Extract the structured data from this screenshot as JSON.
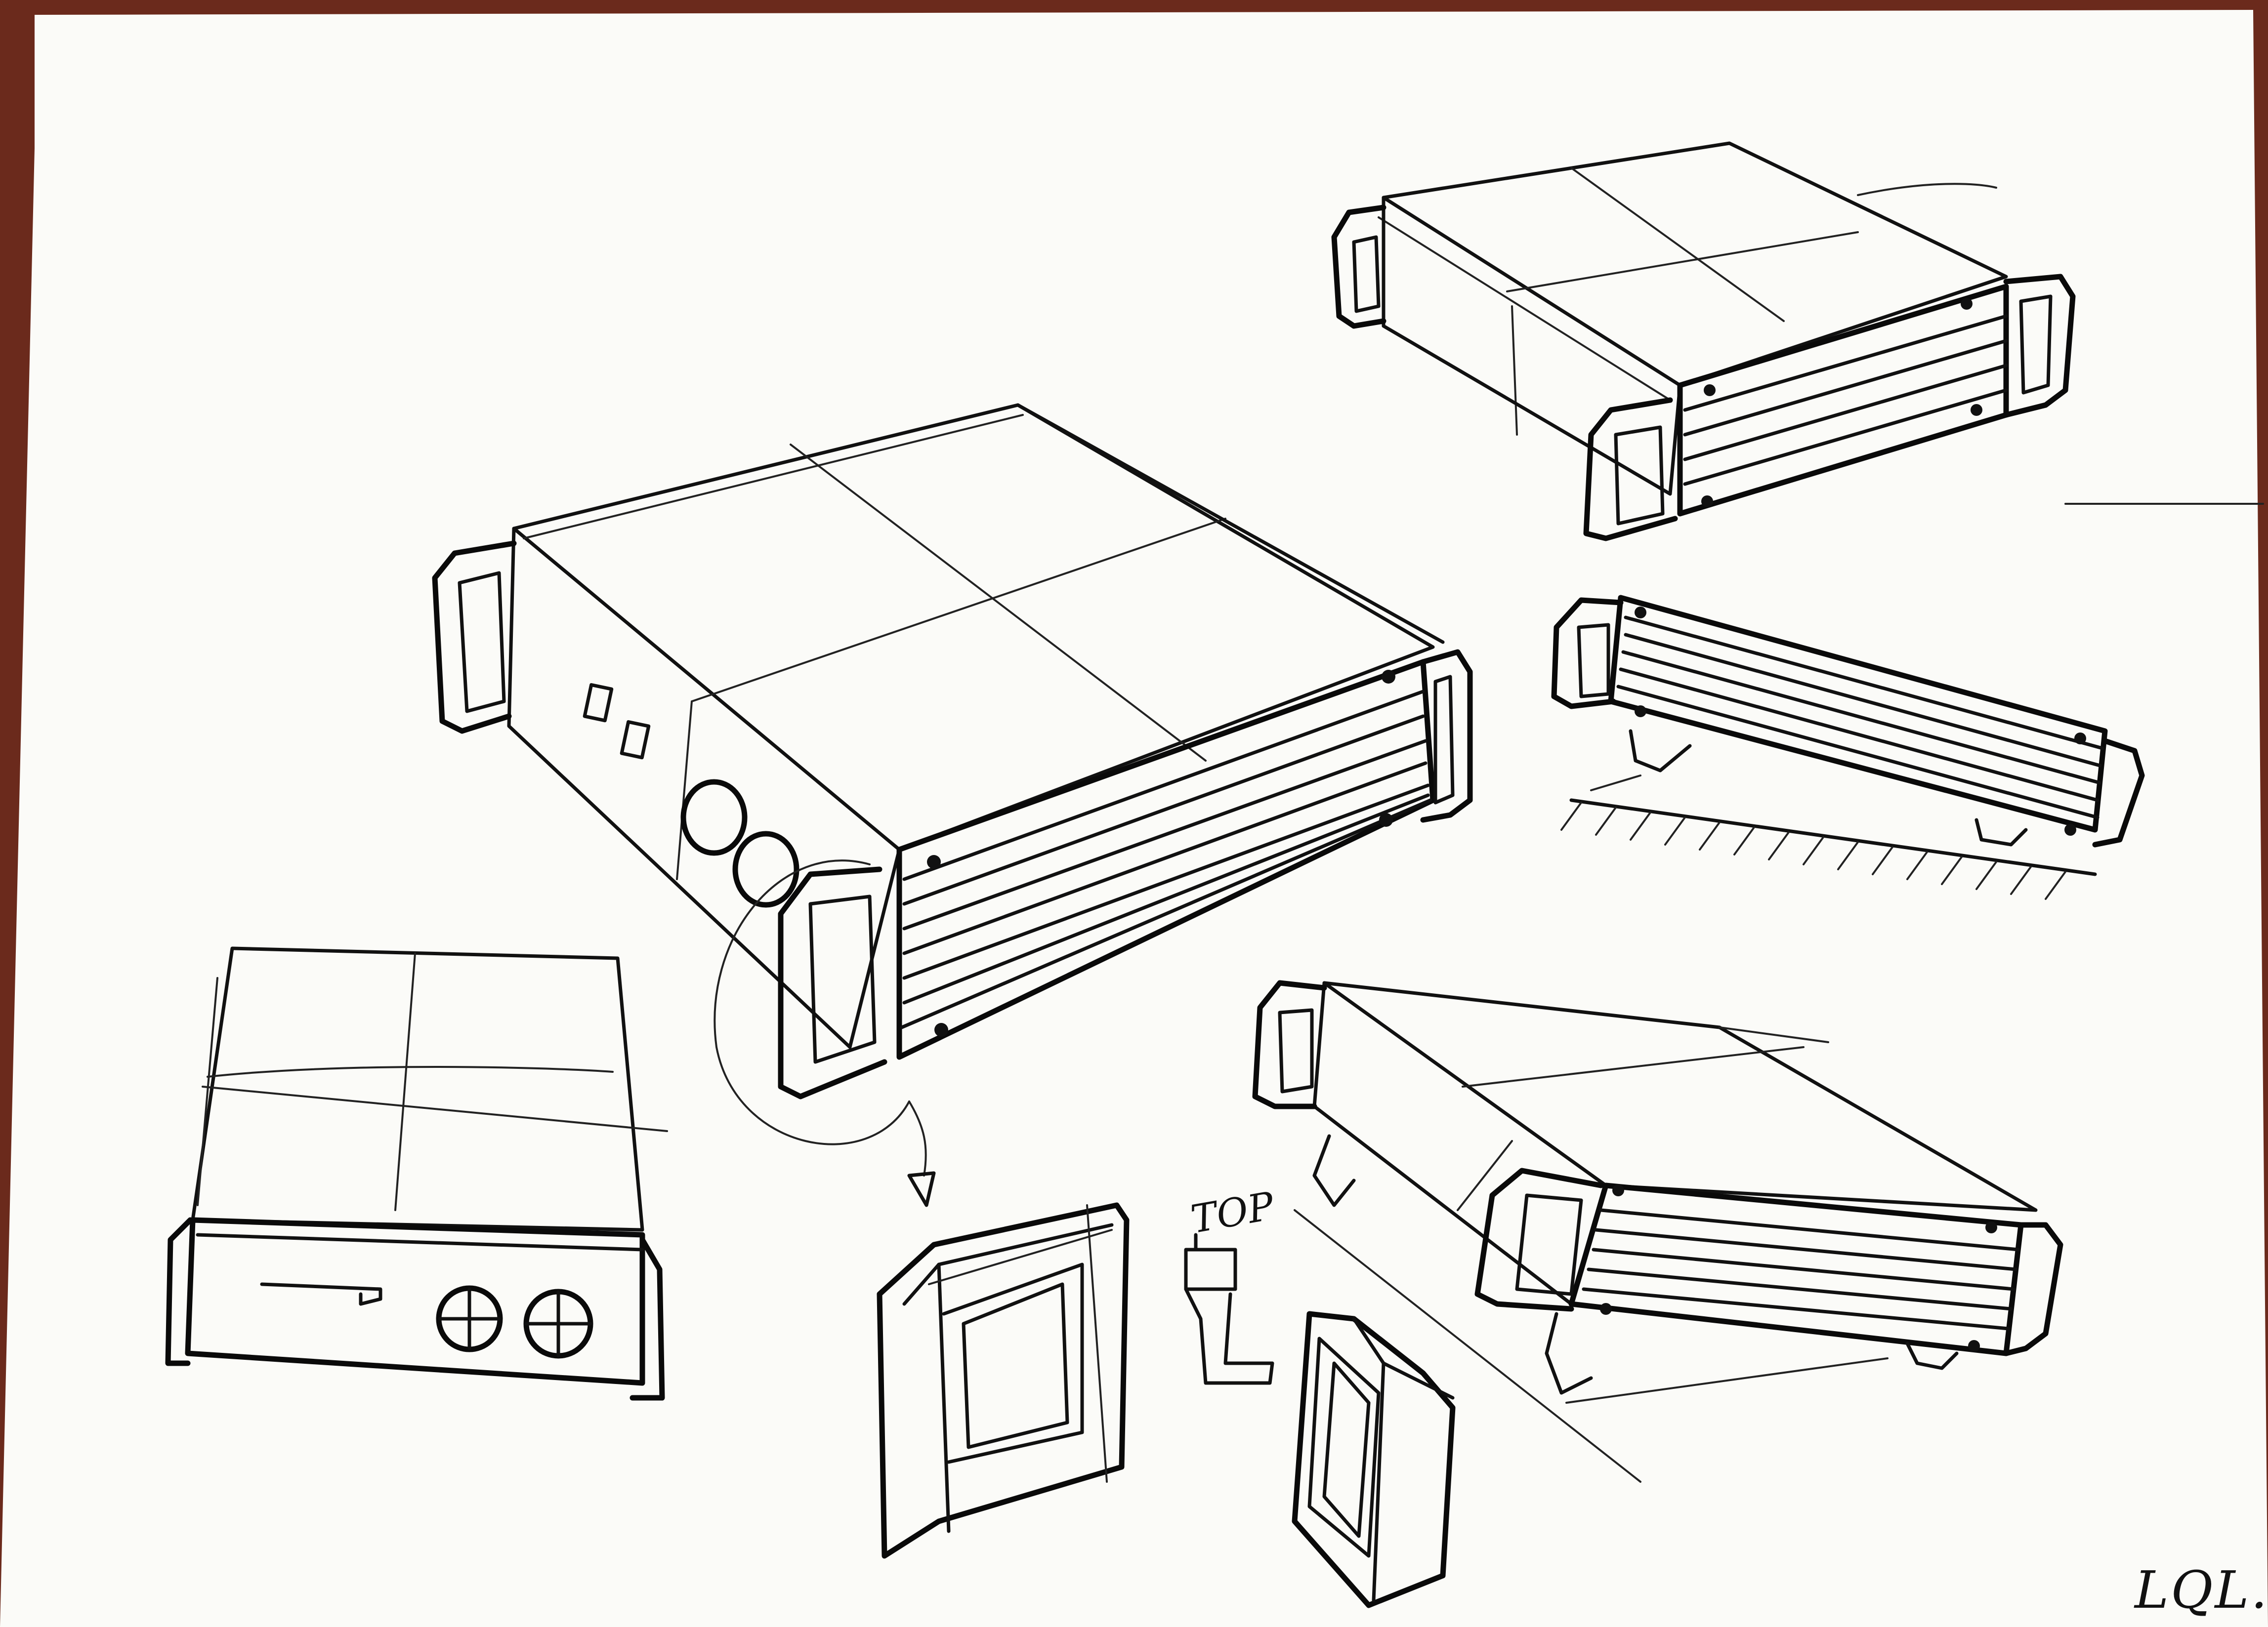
{
  "sheet": {
    "paper_color": "#fbfbf8",
    "ink_color": "#111111",
    "background_color": "#6b2a1c"
  },
  "annotations": {
    "top_label": "TOP",
    "signature": "LQL."
  },
  "sketches": [
    "main-enclosure-view",
    "top-right-enclosure-view",
    "side-tilted-view",
    "front-panel-view",
    "bottom-right-enclosure-view",
    "handle-detail",
    "handle-profile",
    "handle-back-detail"
  ]
}
